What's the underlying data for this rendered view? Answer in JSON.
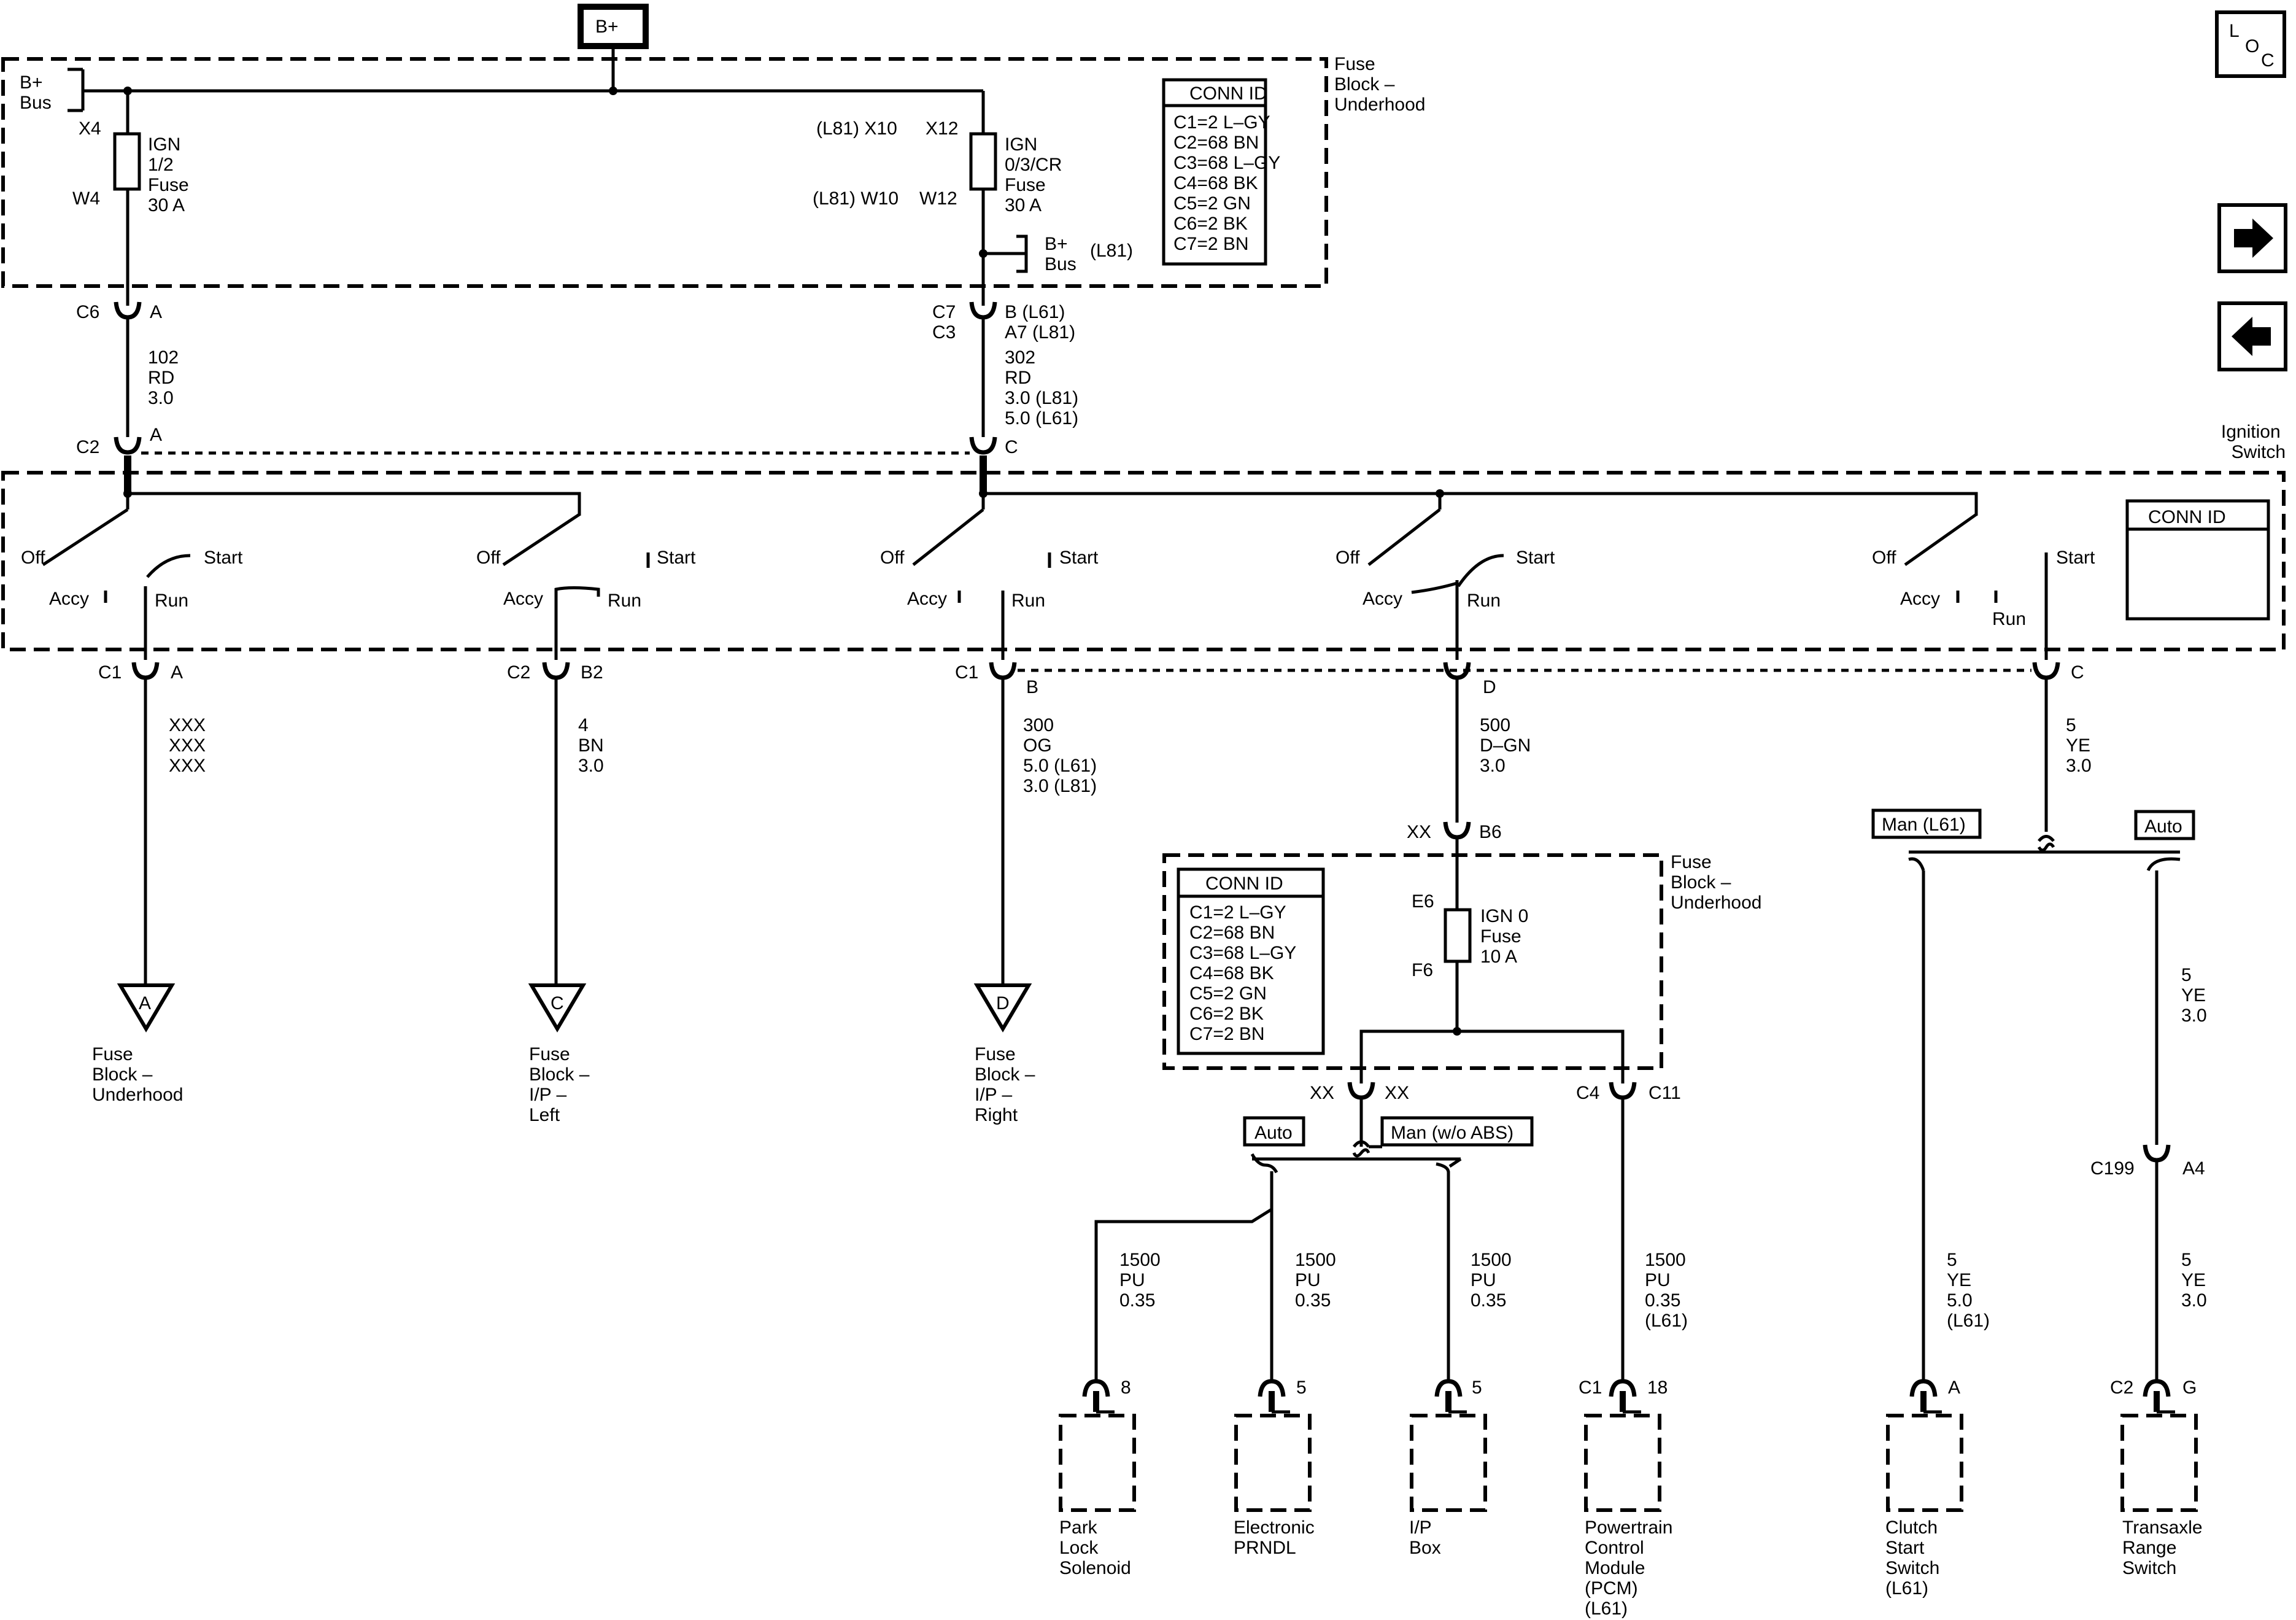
{
  "nav": {
    "loc_l": "L",
    "loc_o": "O",
    "loc_c": "C"
  },
  "top": {
    "b_plus": "B+",
    "bus_b": "B+",
    "bus_word": "Bus",
    "x4": "X4",
    "w4": "W4",
    "f1": [
      "IGN",
      "1/2",
      "Fuse",
      "30 A"
    ],
    "x10": "(L81) X10",
    "x12": "X12",
    "w10": "(L81) W10",
    "w12": "W12",
    "f2": [
      "IGN",
      "0/3/CR",
      "Fuse",
      "30 A"
    ],
    "bus2_b": "B+",
    "bus2_word": "Bus",
    "bus2_opt": "(L81)",
    "fb_label": [
      "Fuse",
      "Block –",
      "Underhood"
    ],
    "conn_title": "CONN ID",
    "conn_rows": [
      "C1=2 L–GY",
      "C2=68 BN",
      "C3=68 L–GY",
      "C4=68 BK",
      "C5=2 GN",
      "C6=2 BK",
      "C7=2 BN"
    ]
  },
  "wires1": {
    "c6": "C6",
    "a": "A",
    "w102": [
      "102",
      "RD",
      "3.0"
    ],
    "c7": "C7",
    "c3": "C3",
    "b61": "B (L61)",
    "a781": "A7 (L81)",
    "w302": [
      "302",
      "RD",
      "3.0 (L81)",
      "5.0 (L61)"
    ],
    "c2": "C2",
    "a2": "A",
    "cc": "C"
  },
  "ign": {
    "title": [
      "Ignition",
      "Switch"
    ],
    "conn_title": "CONN ID",
    "off": "Off",
    "start": "Start",
    "accy": "Accy",
    "run": "Run"
  },
  "outs": {
    "o1": {
      "conn": "C1",
      "pin": "A",
      "wire": [
        "XXX",
        "XXX",
        "XXX"
      ],
      "tri": "A",
      "dest": [
        "Fuse",
        "Block –",
        "Underhood"
      ]
    },
    "o2": {
      "conn": "C2",
      "pin": "B2",
      "wire": [
        "4",
        "BN",
        "3.0"
      ],
      "tri": "C",
      "dest": [
        "Fuse",
        "Block –",
        "I/P –",
        "Left"
      ]
    },
    "o3": {
      "conn": "C1",
      "pin": "B",
      "wire": [
        "300",
        "OG",
        "5.0 (L61)",
        "3.0 (L81)"
      ],
      "tri": "D",
      "dest": [
        "Fuse",
        "Block –",
        "I/P –",
        "Right"
      ]
    },
    "o4": {
      "pin": "D",
      "wire": [
        "500",
        "D–GN",
        "3.0"
      ]
    },
    "o5": {
      "pin": "C",
      "wire": [
        "5",
        "YE",
        "3.0"
      ]
    }
  },
  "fb2": {
    "xx": "XX",
    "b6": "B6",
    "e6": "E6",
    "f6": "F6",
    "fuse": [
      "IGN 0",
      "Fuse",
      "10 A"
    ],
    "label": [
      "Fuse",
      "Block –",
      "Underhood"
    ],
    "conn_title": "CONN ID",
    "conn_rows": [
      "C1=2 L–GY",
      "C2=68 BN",
      "C3=68 L–GY",
      "C4=68 BK",
      "C5=2 GN",
      "C6=2 BK",
      "C7=2 BN"
    ],
    "xx1": "XX",
    "xx2": "XX",
    "c4": "C4",
    "c11": "C11",
    "auto": "Auto",
    "man": "Man (w/o ABS)"
  },
  "right": {
    "man": "Man (L61)",
    "auto": "Auto",
    "w5": [
      "5",
      "YE",
      "3.0"
    ],
    "c199": "C199",
    "a4": "A4"
  },
  "bottom": {
    "w1500a": [
      "1500",
      "PU",
      "0.35"
    ],
    "w1500b": [
      "1500",
      "PU",
      "0.35"
    ],
    "w1500c": [
      "1500",
      "PU",
      "0.35"
    ],
    "w1500d": [
      "1500",
      "PU",
      "0.35",
      "(L61)"
    ],
    "w5a": [
      "5",
      "YE",
      "5.0",
      "(L61)"
    ],
    "w5b": [
      "5",
      "YE",
      "3.0"
    ],
    "p1": "8",
    "p2": "5",
    "p3": "5",
    "c1": "C1",
    "p4": "18",
    "p5": "A",
    "c2": "C2",
    "p6": "G",
    "d1": [
      "Park",
      "Lock",
      "Solenoid"
    ],
    "d2": [
      "Electronic",
      "PRNDL"
    ],
    "d3": [
      "I/P",
      "Box"
    ],
    "d4": [
      "Powertrain",
      "Control",
      "Module",
      "(PCM)",
      "(L61)"
    ],
    "d5": [
      "Clutch",
      "Start",
      "Switch",
      "(L61)"
    ],
    "d6": [
      "Transaxle",
      "Range",
      "Switch"
    ]
  }
}
